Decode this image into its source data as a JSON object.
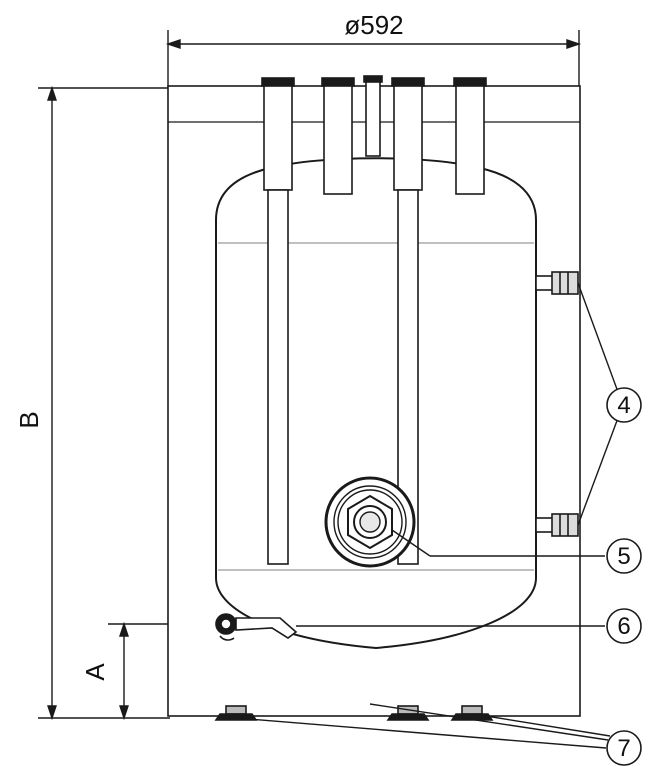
{
  "dimensions": {
    "width_label": "ø592",
    "height_label": "B",
    "offset_label": "A"
  },
  "callouts": [
    {
      "number": "4"
    },
    {
      "number": "5"
    },
    {
      "number": "6"
    },
    {
      "number": "7"
    }
  ],
  "colors": {
    "line": "#1a1a1a",
    "body": "#ffffff",
    "shade": "#d9d9d9"
  }
}
